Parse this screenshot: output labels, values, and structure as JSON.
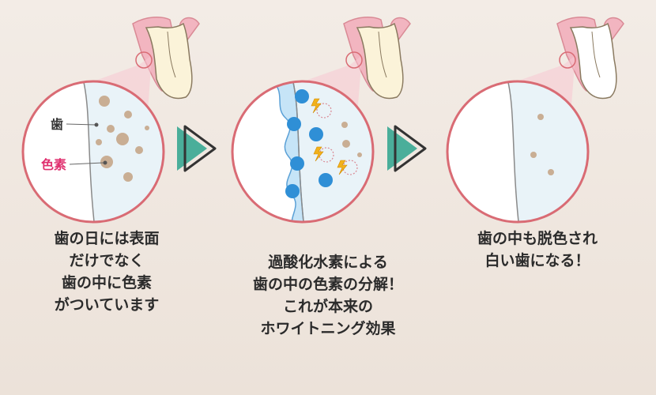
{
  "panels": [
    {
      "id": "before",
      "labels": {
        "tooth": "歯",
        "pigment": "色素"
      },
      "caption": [
        "歯の日には表面",
        "だけでなく",
        "歯の中に色素",
        "がついています"
      ]
    },
    {
      "id": "process",
      "caption": [
        "過酸化水素による",
        "歯の中の色素の分解！",
        "これが本来の",
        "ホワイトニング効果"
      ]
    },
    {
      "id": "after",
      "caption": [
        "歯の中も脱色され",
        "白い歯になる！"
      ]
    }
  ],
  "colors": {
    "background": "#efe6de",
    "enamel": "#e9f3f8",
    "circle_border": "#d96b74",
    "pigment": "#c9ae94",
    "peroxide": "#2f8fd6",
    "spark": "#f2b21c",
    "arrow": "#4aae9a",
    "gum": "#f2b5c0",
    "pigment_label": "#e0306f"
  },
  "icons": [
    "tooth-icon",
    "play-arrow-icon",
    "lightning-icon",
    "magnifier-circle"
  ]
}
